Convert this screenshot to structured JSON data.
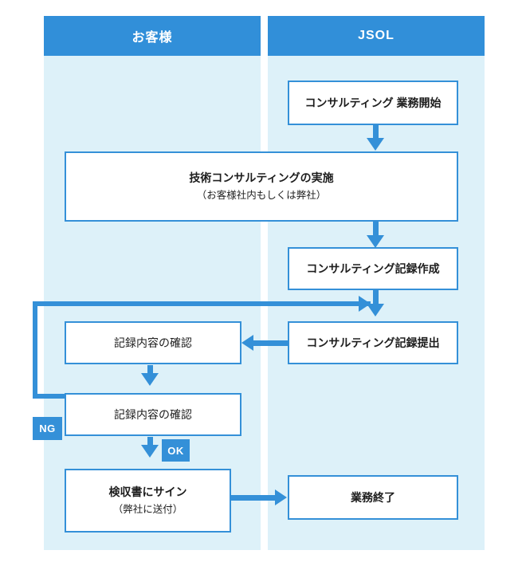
{
  "diagram": {
    "title": "Consulting service flow (swimlane)",
    "colors": {
      "lane_header_bg": "#318fd9",
      "lane_body_bg": "#ddf1f9",
      "connector": "#3490d8",
      "node_border": "#3490d8",
      "node_bg": "#ffffff",
      "badge_bg": "#3490d8",
      "text": "#1d1d1d",
      "header_text": "#ffffff"
    },
    "lanes": [
      {
        "id": "customer",
        "label": "お客様"
      },
      {
        "id": "jsol",
        "label": "JSOL"
      }
    ],
    "nodes": [
      {
        "id": "start",
        "lane": "jsol",
        "title": "コンサルティング 業務開始",
        "subtitle": "",
        "bold": true
      },
      {
        "id": "consulting",
        "lane": "both",
        "title": "技術コンサルティングの実施",
        "subtitle": "（お客様社内もしくは弊社）",
        "bold": true
      },
      {
        "id": "record-create",
        "lane": "jsol",
        "title": "コンサルティング記録作成",
        "subtitle": "",
        "bold": true
      },
      {
        "id": "record-submit",
        "lane": "jsol",
        "title": "コンサルティング記録提出",
        "subtitle": "",
        "bold": true
      },
      {
        "id": "check-1",
        "lane": "customer",
        "title": "記録内容の確認",
        "subtitle": "",
        "bold": false
      },
      {
        "id": "check-2",
        "lane": "customer",
        "title": "記録内容の確認",
        "subtitle": "",
        "bold": false
      },
      {
        "id": "sign",
        "lane": "customer",
        "title": "検収書にサイン",
        "subtitle": "（弊社に送付）",
        "bold": true
      },
      {
        "id": "end",
        "lane": "jsol",
        "title": "業務終了",
        "subtitle": "",
        "bold": true
      }
    ],
    "badges": [
      {
        "id": "ng",
        "label": "NG"
      },
      {
        "id": "ok",
        "label": "OK"
      }
    ],
    "edges": [
      {
        "from": "start",
        "to": "consulting",
        "label": ""
      },
      {
        "from": "consulting",
        "to": "record-create",
        "label": ""
      },
      {
        "from": "record-create",
        "to": "record-submit",
        "label": ""
      },
      {
        "from": "record-submit",
        "to": "check-1",
        "label": ""
      },
      {
        "from": "check-1",
        "to": "check-2",
        "label": ""
      },
      {
        "from": "check-2",
        "to": "record-submit",
        "label": "NG"
      },
      {
        "from": "check-2",
        "to": "sign",
        "label": "OK"
      },
      {
        "from": "sign",
        "to": "end",
        "label": ""
      }
    ]
  }
}
